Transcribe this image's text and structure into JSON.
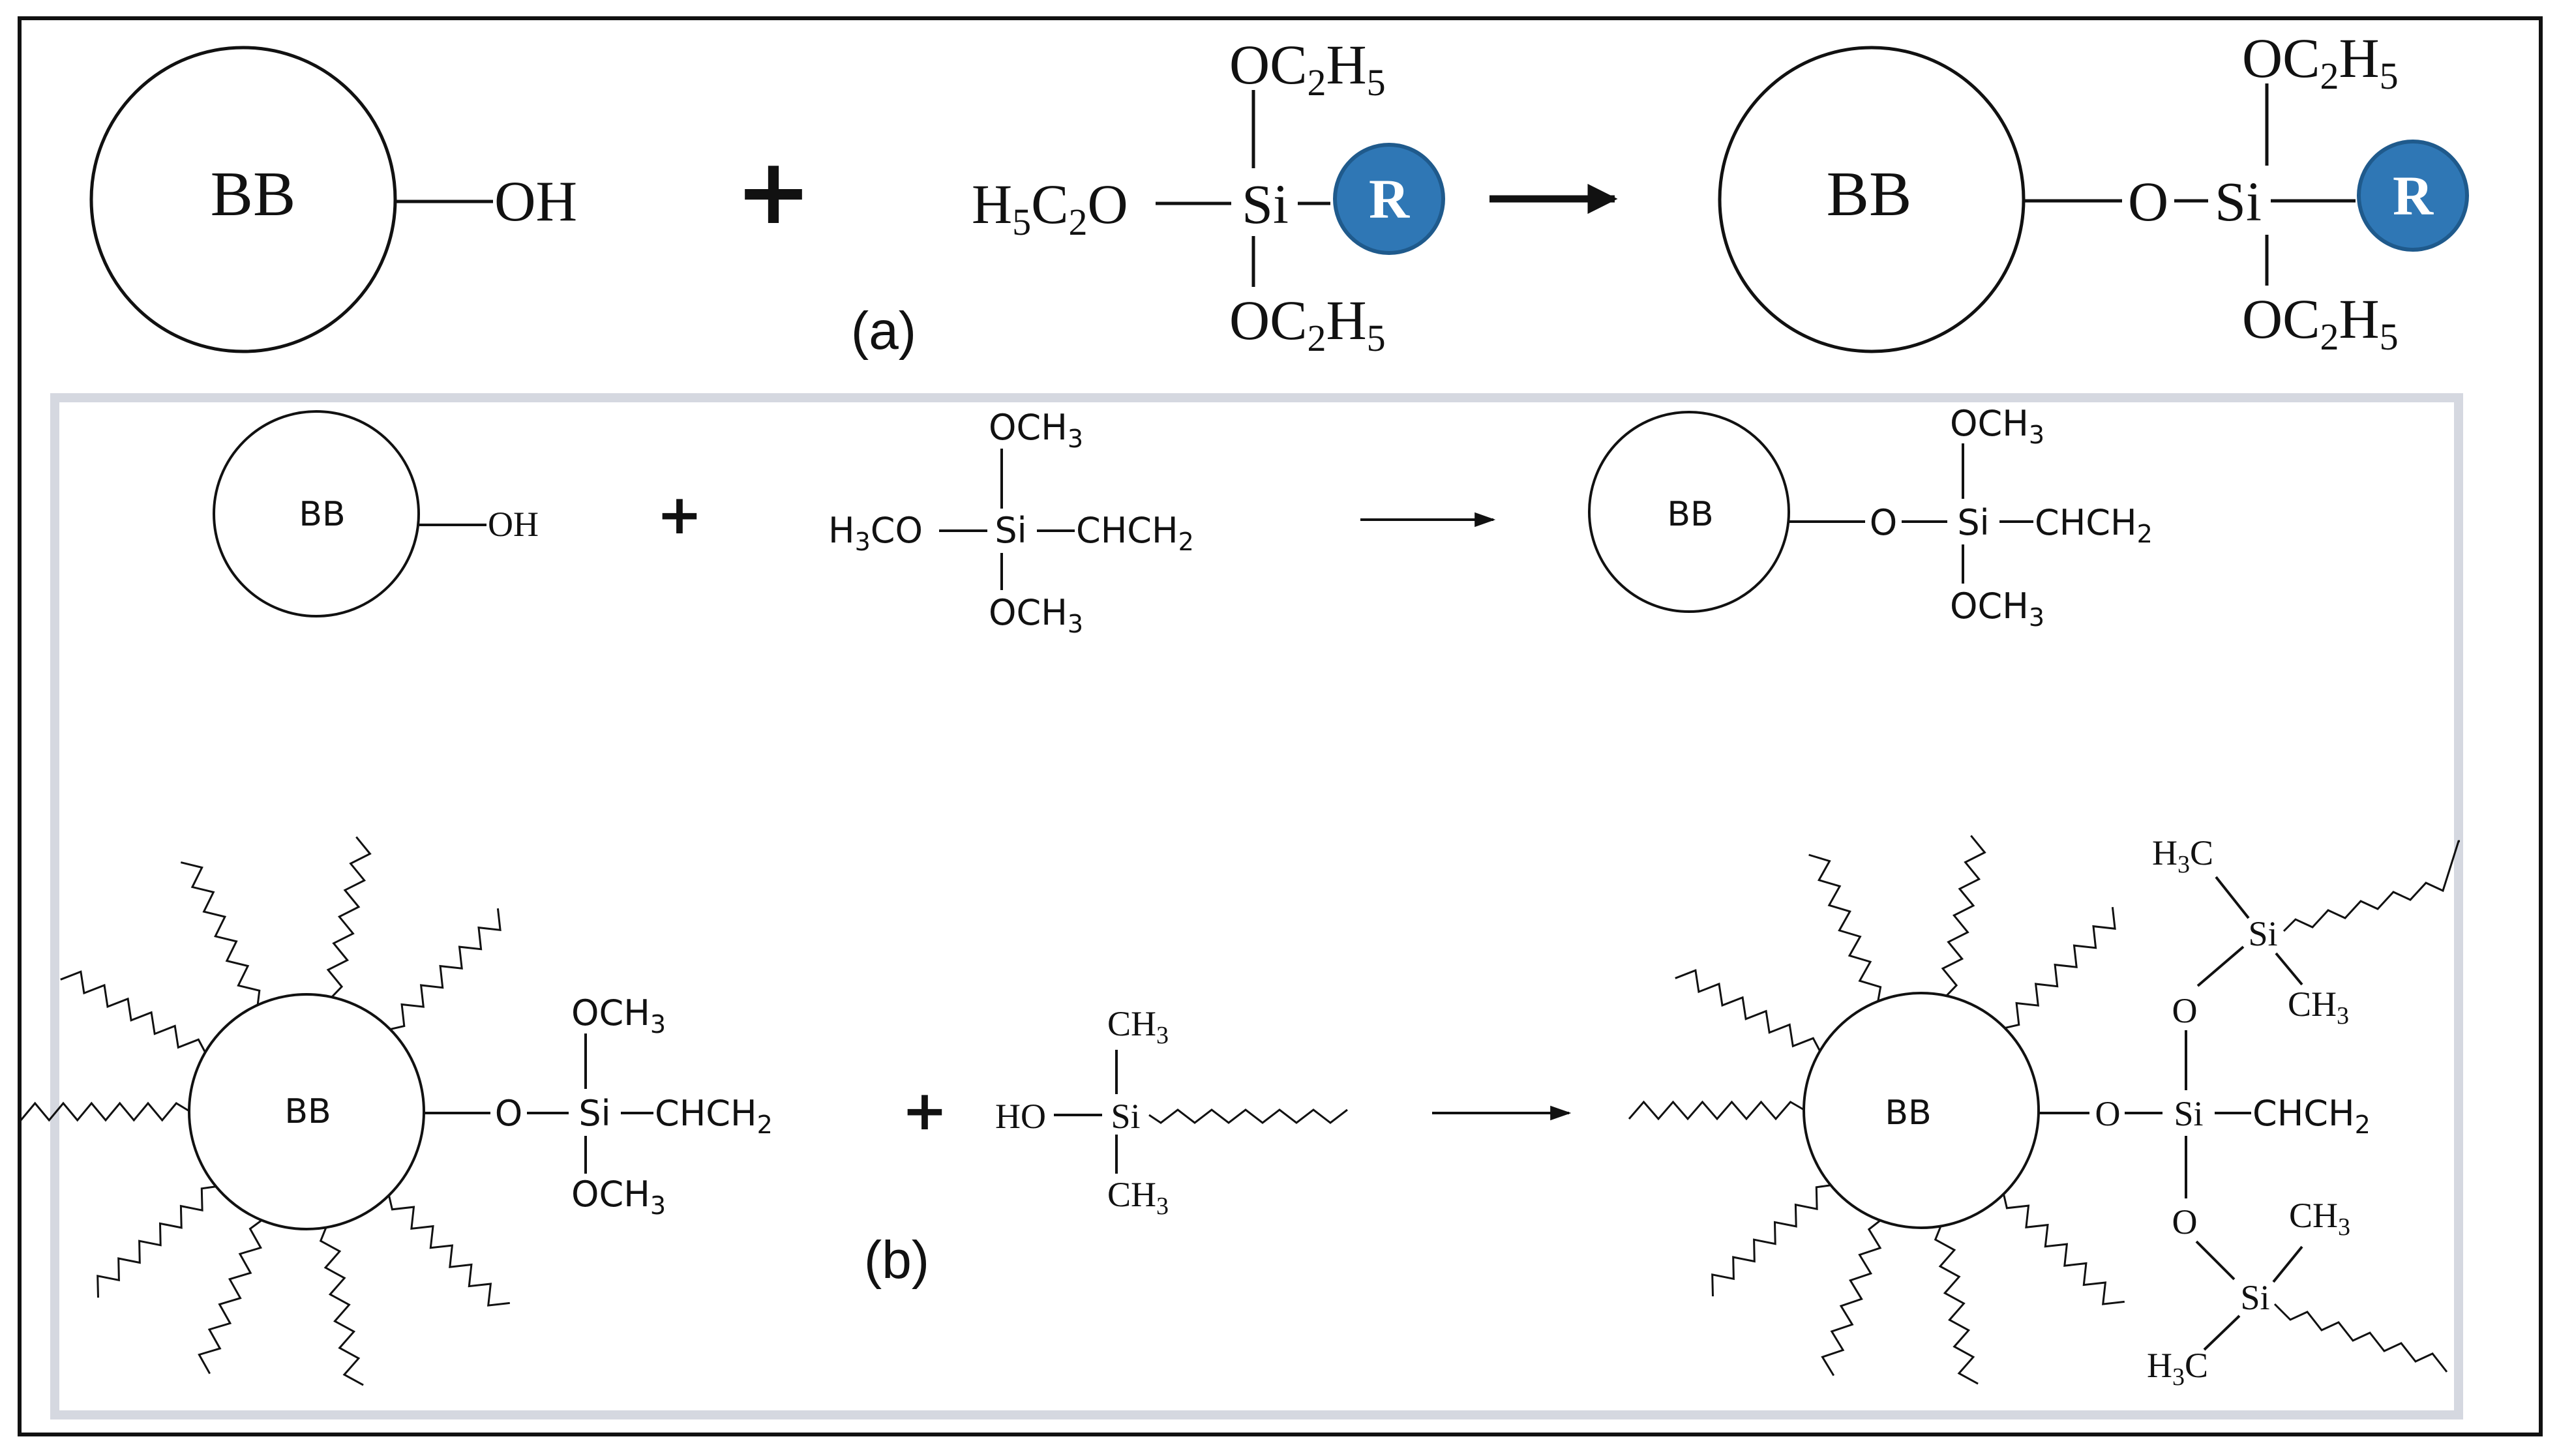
{
  "colors": {
    "frame": "#111111",
    "panel_b_border": "#d5d8e0",
    "r_badge": "#2f77b5",
    "r_badge_stroke": "#1f5a8c",
    "ink": "#1a1a1a"
  },
  "panel_a": {
    "label": "(a)",
    "particle_label": "BB",
    "hydroxyl": "OH",
    "plus": "+",
    "reagent": {
      "left_group": "H5C2O",
      "top_group": "OC2H5",
      "bottom_group": "OC2H5",
      "center_atom": "Si",
      "substituent_badge": "R"
    },
    "product": {
      "particle_label": "BB",
      "link_atom": "O",
      "center_atom": "Si",
      "top_group": "OC2H5",
      "bottom_group": "OC2H5",
      "substituent_badge": "R"
    }
  },
  "panel_b": {
    "label": "(b)",
    "row1": {
      "particle_label": "BB",
      "hydroxyl": "OH",
      "plus": "+",
      "reagent": {
        "left_group": "H3CO",
        "center_atom": "Si",
        "right_group": "CHCH2",
        "top_group": "OCH3",
        "bottom_group": "OCH3"
      },
      "product": {
        "particle_label": "BB",
        "link_atom": "O",
        "center_atom": "Si",
        "right_group": "CHCH2",
        "top_group": "OCH3",
        "bottom_group": "OCH3"
      }
    },
    "row2": {
      "particle_label": "BB",
      "link_atom": "O",
      "center_atom": "Si",
      "right_group": "CHCH2",
      "top_group": "OCH3",
      "bottom_group": "OCH3",
      "plus": "+",
      "reagent": {
        "left_group": "HO",
        "center_atom": "Si",
        "top_group": "CH3",
        "bottom_group": "CH3"
      },
      "product": {
        "particle_label": "BB",
        "link_atom": "O",
        "center_atom": "Si",
        "right_group": "CHCH2",
        "upper_bridge_atom": "O",
        "lower_bridge_atom": "O",
        "upper_si": "Si",
        "lower_si": "Si",
        "upper_methyl_top": "H3C",
        "upper_methyl_bottom": "CH3",
        "lower_methyl_top": "CH3",
        "lower_methyl_bottom": "H3C"
      }
    }
  }
}
